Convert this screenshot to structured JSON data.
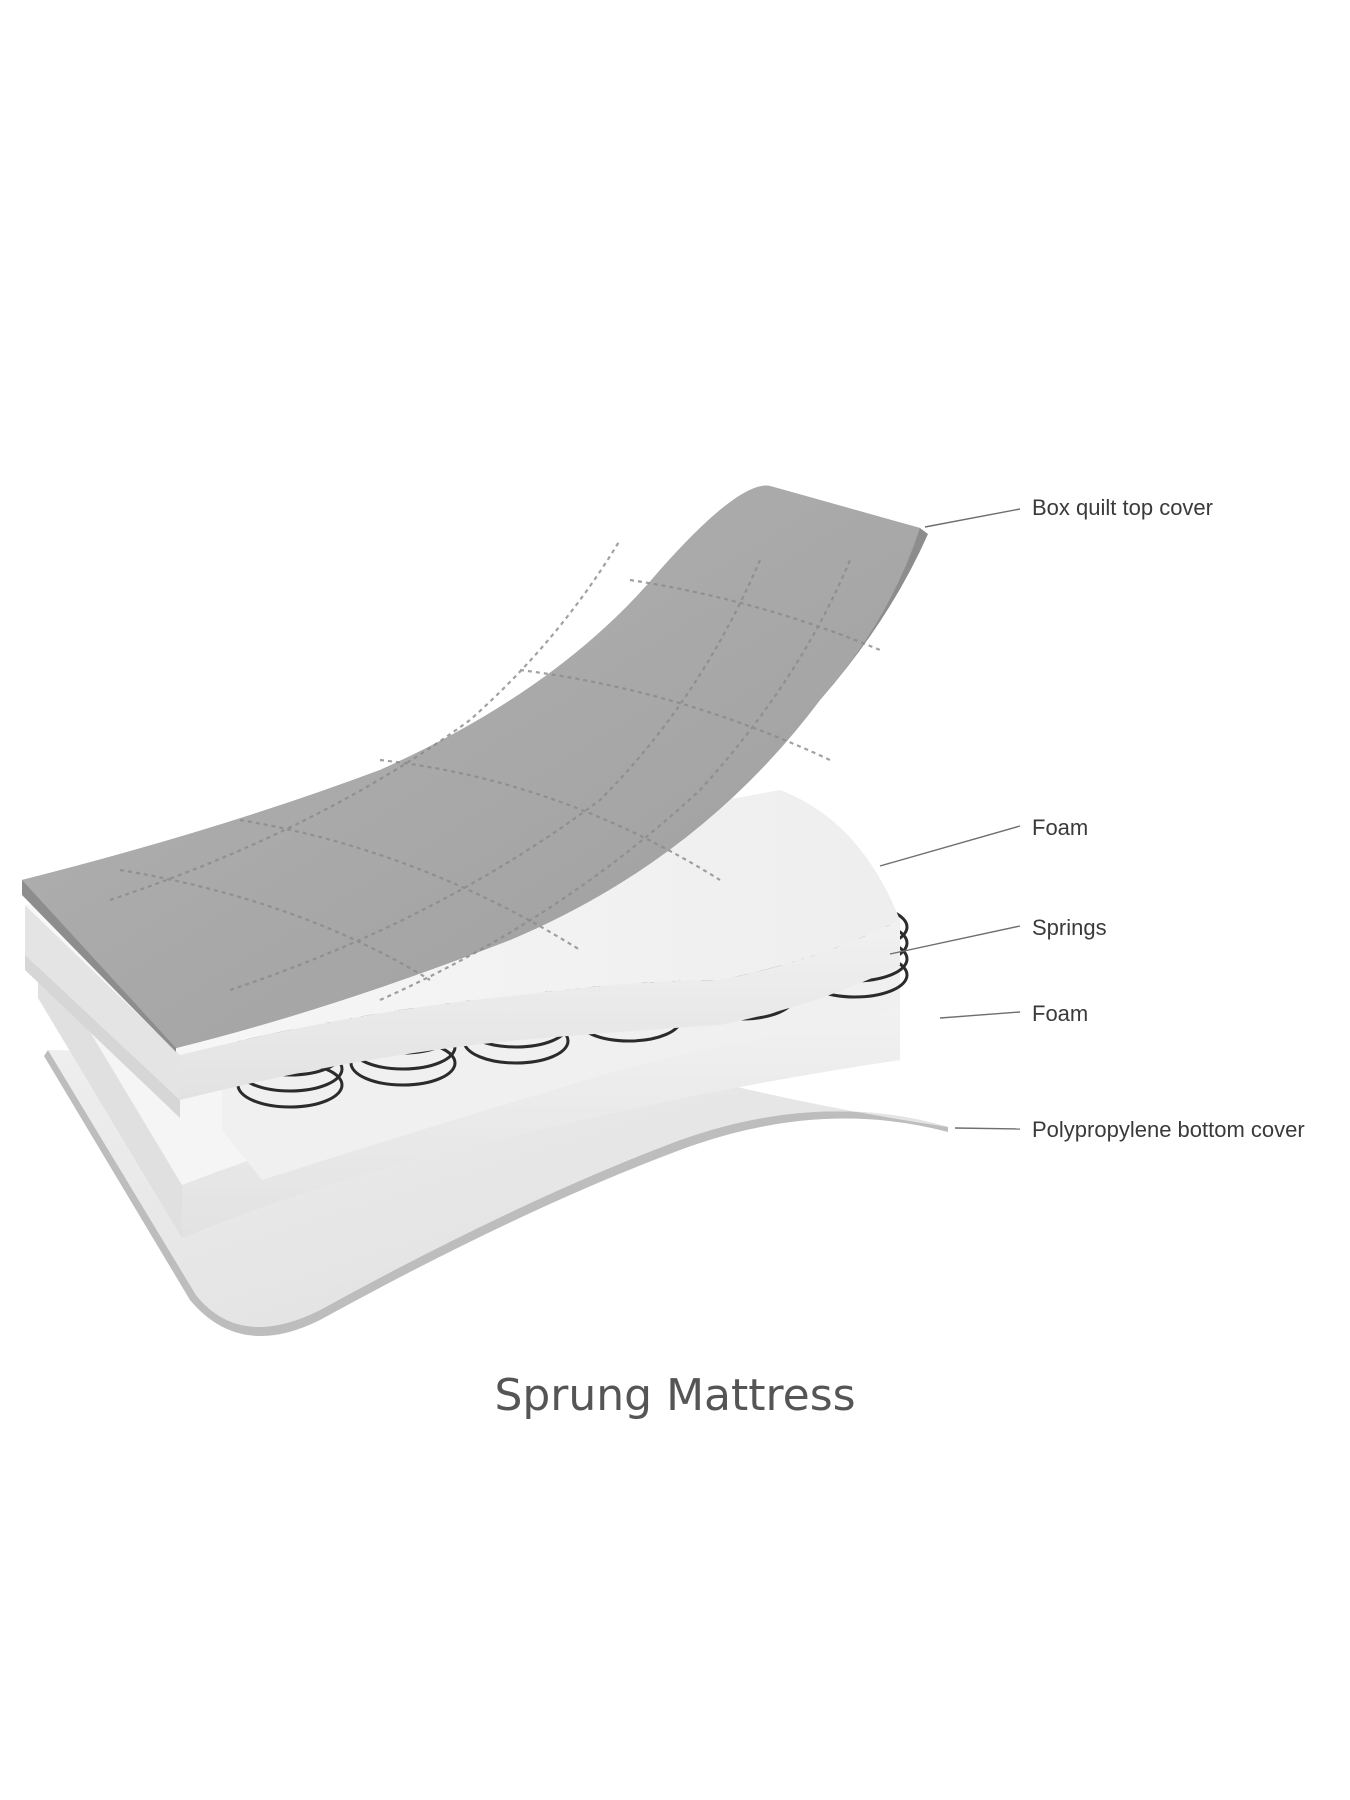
{
  "caption": "Sprung Mattress",
  "labels": {
    "top_cover": "Box quilt top cover",
    "foam_upper": "Foam",
    "springs": "Springs",
    "foam_lower": "Foam",
    "bottom_cover": "Polypropylene bottom cover"
  },
  "colors": {
    "top_cover": "#a9a9a9",
    "foam": "#f3f3f3",
    "spring_wire": "#2b2b2b",
    "bottom_cover": "#e6e6e6",
    "label_text": "#3a3a3a",
    "caption_text": "#555555"
  }
}
